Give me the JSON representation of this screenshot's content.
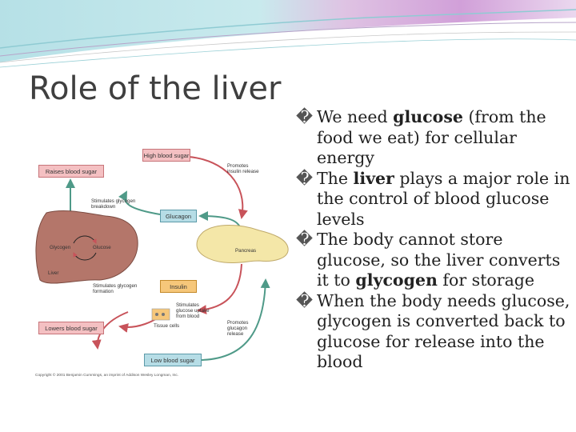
{
  "title": "Role of the liver",
  "bullets": [
    {
      "glyph": "�",
      "parts": [
        {
          "text": "We need ",
          "bold": false
        },
        {
          "text": "glucose",
          "bold": true
        },
        {
          "text": " (from the food we eat) for cellular energy",
          "bold": false
        }
      ]
    },
    {
      "glyph": "�",
      "parts": [
        {
          "text": "The ",
          "bold": false
        },
        {
          "text": "liver",
          "bold": true
        },
        {
          "text": " plays a major role in the control of blood glucose levels",
          "bold": false
        }
      ]
    },
    {
      "glyph": "�",
      "parts": [
        {
          "text": "The body cannot store glucose, so the liver converts it to ",
          "bold": false
        },
        {
          "text": "glycogen",
          "bold": true
        },
        {
          "text": " for storage",
          "bold": false
        }
      ]
    },
    {
      "glyph": "�",
      "parts": [
        {
          "text": "When the body needs glucose, glycogen is converted back to glucose for release into the blood",
          "bold": false
        }
      ]
    }
  ],
  "diagram": {
    "high_blood_sugar": "High blood sugar",
    "raises_blood_sugar": "Raises blood sugar",
    "lowers_blood_sugar": "Lowers blood sugar",
    "low_blood_sugar": "Low blood sugar",
    "glucagon": "Glucagon",
    "insulin": "Insulin",
    "promotes_insulin_release": "Promotes insulin release",
    "stimulates_breakdown": "Stimulates glycogen breakdown",
    "stimulates_formation": "Stimulates glycogen formation",
    "stimulates_uptake": "Stimulates glucose uptake from blood",
    "promotes_glucagon_release": "Promotes glucagon release",
    "glycogen": "Glycogen",
    "glucose": "Glucose",
    "liver": "Liver",
    "pancreas": "Pancreas",
    "tissue_cells": "Tissue cells",
    "copyright": "Copyright © 2001 Benjamin Cummings, an imprint of Addison Wesley Longman, Inc."
  }
}
